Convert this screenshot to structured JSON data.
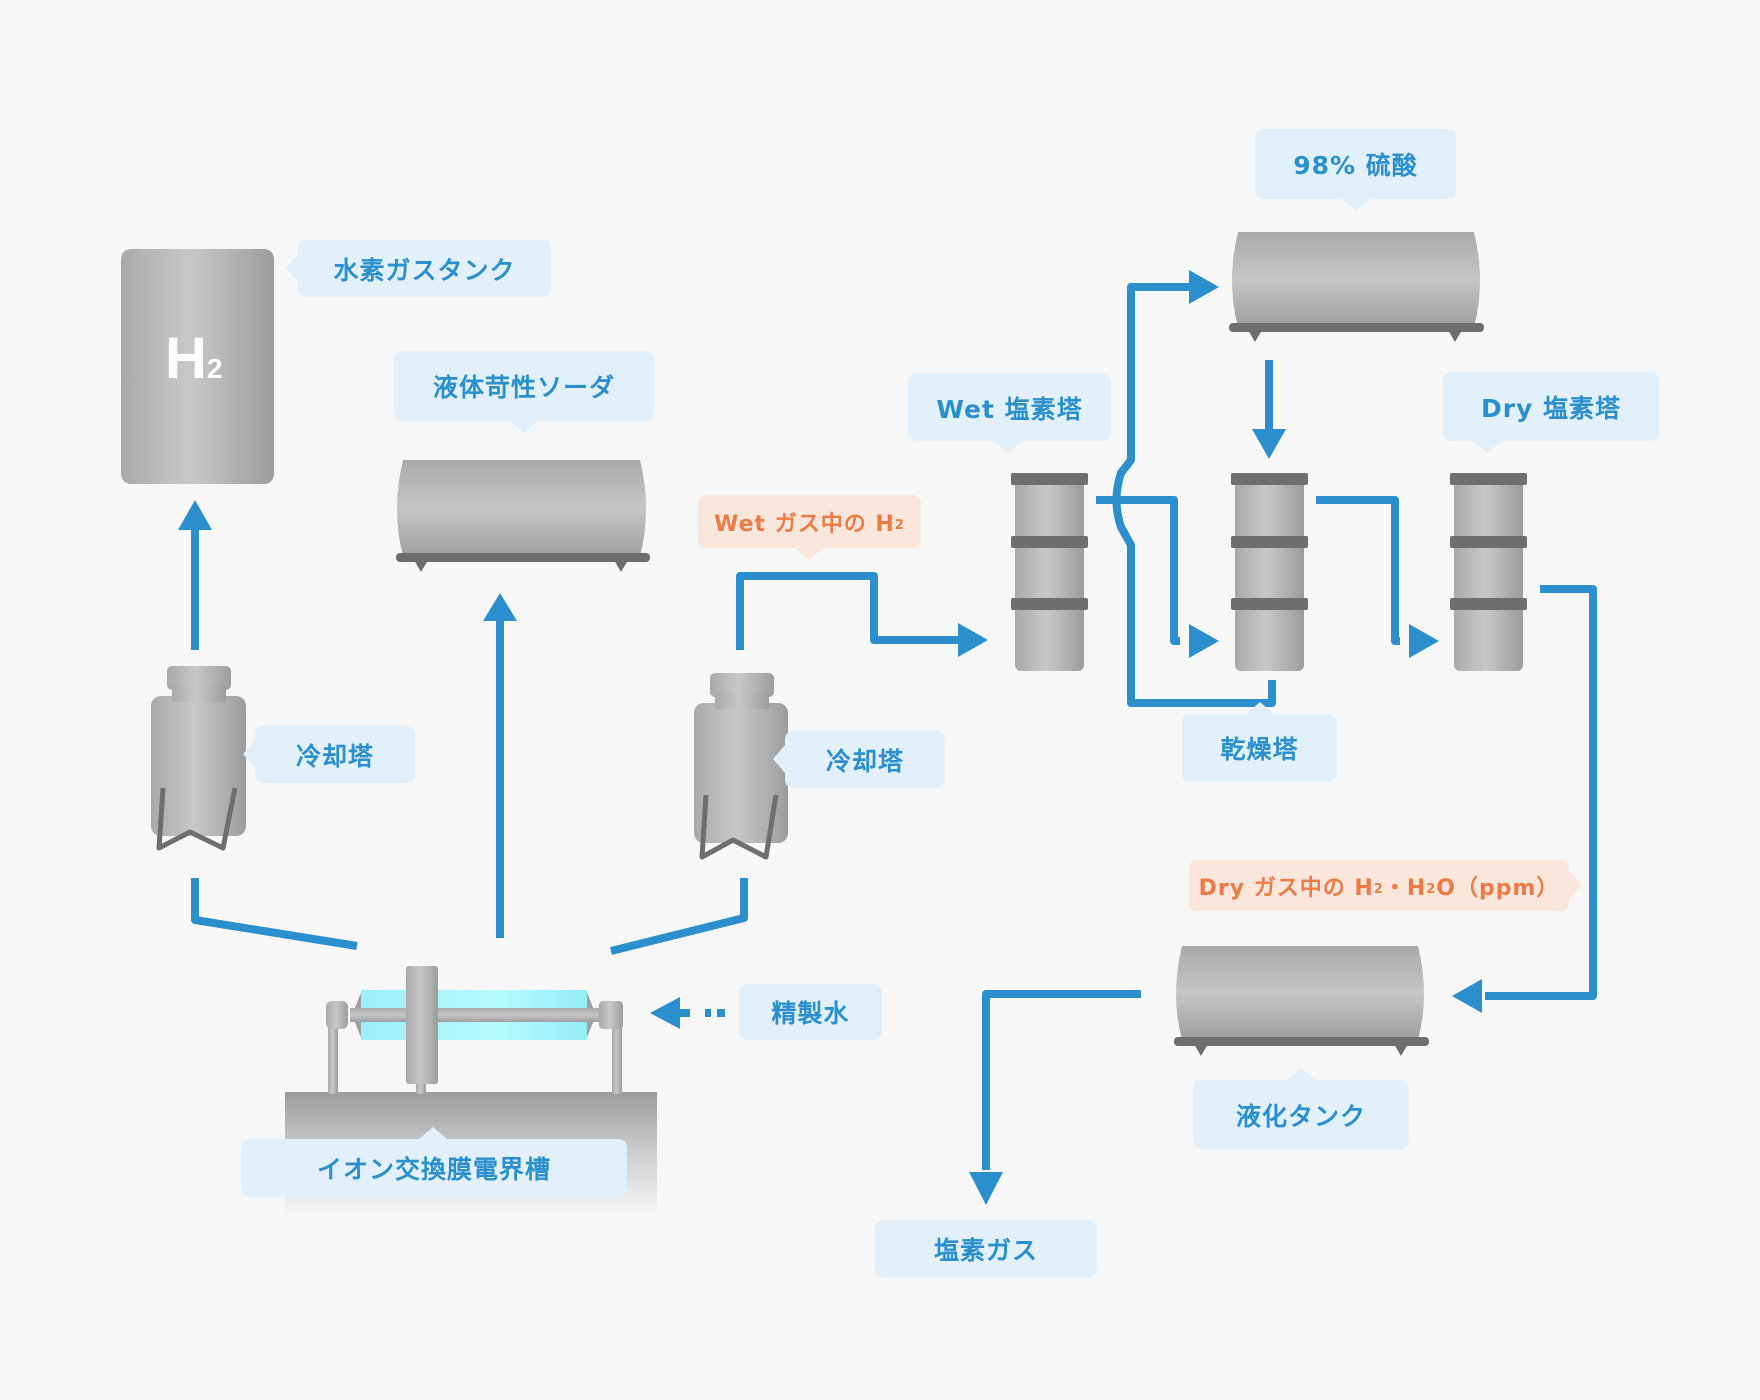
{
  "diagram": {
    "title": "Chlor-alkali process flow",
    "colors": {
      "flow_line": "#2a8fcc",
      "label_bg": "#e1f0fa",
      "label_text": "#2a8fcc",
      "measure_bg": "#fbe6dc",
      "measure_text": "#ec7a45",
      "equipment": "#b9b9b9",
      "equipment_dark": "#6e6e6e",
      "membrane": "#a8f4fb"
    },
    "equipment": {
      "h2_tank": {
        "label": "水素ガスタンク",
        "symbol": "H",
        "subscript": "2"
      },
      "caustic_soda_tank": {
        "label": "液体苛性ソーダ"
      },
      "cooling_tower_h2": {
        "label": "冷却塔"
      },
      "cooling_tower_cl2": {
        "label": "冷却塔"
      },
      "electrolyzer": {
        "label": "イオン交換膜電界槽"
      },
      "pure_water": {
        "label": "精製水"
      },
      "wet_chlorine_tower": {
        "label": "Wet 塩素塔"
      },
      "sulfuric_acid_tank": {
        "label": "98% 硫酸"
      },
      "drying_tower": {
        "label": "乾燥塔"
      },
      "dry_chlorine_tower": {
        "label": "Dry 塩素塔"
      },
      "liquefaction_tank": {
        "label": "液化タンク"
      },
      "chlorine_gas": {
        "label": "塩素ガス"
      }
    },
    "measurements": {
      "wet_h2": {
        "label": "Wet ガス中の H",
        "sub": "2"
      },
      "dry_h2_h2o": {
        "prefix": "Dry ガス中の H",
        "sub1": "2",
        "mid": "・H",
        "sub2": "2",
        "suffix": "O（ppm）"
      }
    }
  }
}
